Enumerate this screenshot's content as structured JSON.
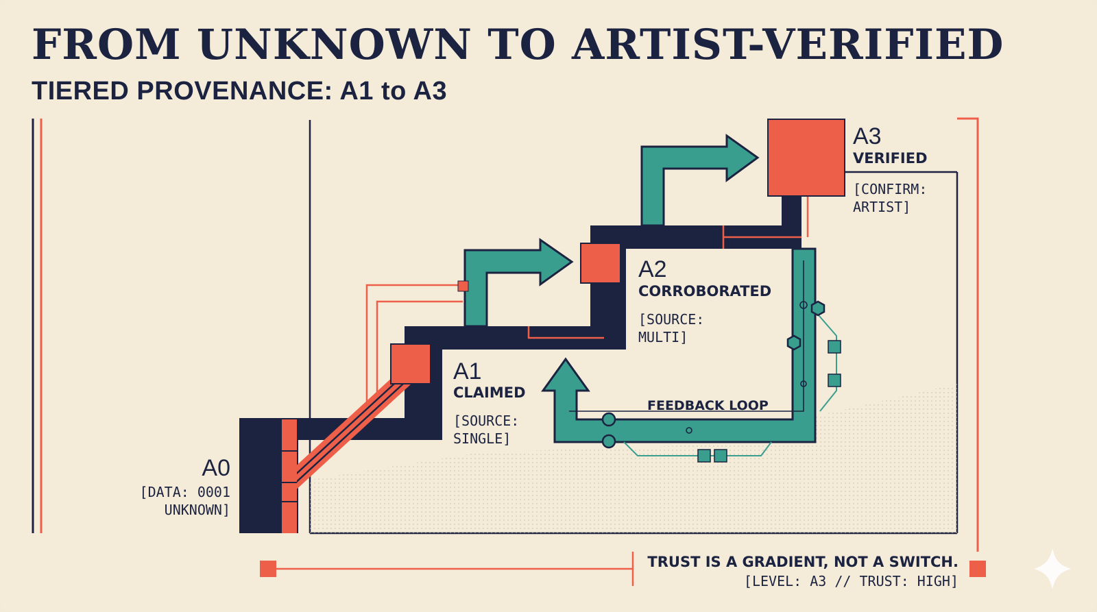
{
  "header": {
    "title": "FROM UNKNOWN TO ARTIST-VERIFIED",
    "subtitle": "TIERED PROVENANCE: A1 to A3"
  },
  "tiers": [
    {
      "id": "A0",
      "state": "",
      "detail_line1": "[DATA: 0001",
      "detail_line2": "UNKNOWN]"
    },
    {
      "id": "A1",
      "state": "CLAIMED",
      "detail_line1": "[SOURCE:",
      "detail_line2": "SINGLE]"
    },
    {
      "id": "A2",
      "state": "CORROBORATED",
      "detail_line1": "[SOURCE:",
      "detail_line2": "MULTI]"
    },
    {
      "id": "A3",
      "state": "VERIFIED",
      "detail_line1": "[CONFIRM:",
      "detail_line2": "ARTIST]"
    }
  ],
  "loop_label": "FEEDBACK LOOP",
  "footer": {
    "tagline": "TRUST IS A GRADIENT, NOT A SWITCH.",
    "status": "[LEVEL: A3 // TRUST: HIGH]"
  },
  "colors": {
    "navy": "#1b2340",
    "coral": "#ee5f4a",
    "teal": "#3a9e8f",
    "background": "#f4ebd9"
  }
}
